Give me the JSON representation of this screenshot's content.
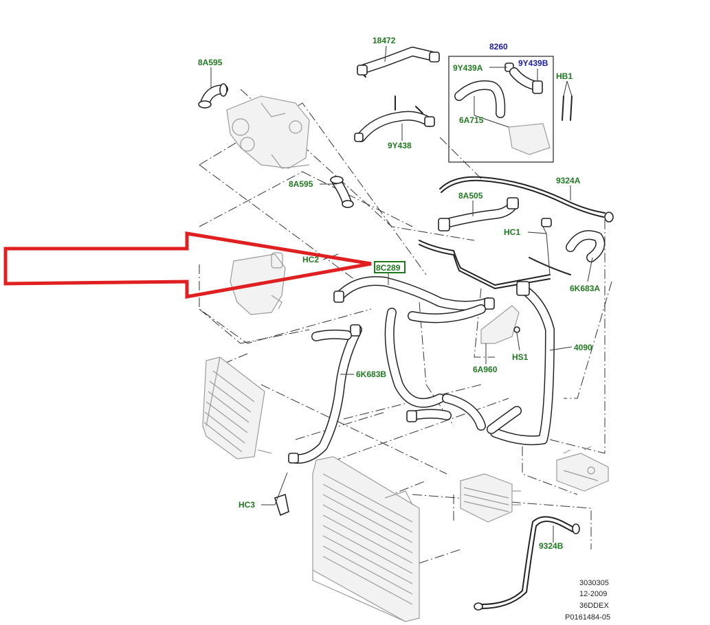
{
  "labels": {
    "p18472": "18472",
    "p8260": "8260",
    "p9Y439A": "9Y439A",
    "p9Y439B": "9Y439B",
    "pHB1": "HB1",
    "p8A595_top": "8A595",
    "p8A595_mid": "8A595",
    "p9Y438": "9Y438",
    "p6A715": "6A715",
    "p9324A": "9324A",
    "p8A505": "8A505",
    "pHC1": "HC1",
    "pHC2": "HC2",
    "p8C289": "8C289",
    "p6K683A": "6K683A",
    "p4090": "4090",
    "p6A960": "6A960",
    "pHS1": "HS1",
    "p6K683B": "6K683B",
    "pHC3": "HC3",
    "p9324B": "9324B"
  },
  "footer": {
    "line1": "3030305",
    "line2": "12-2009",
    "line3": "36DDEX",
    "line4": "P0161484-05"
  },
  "colors": {
    "label_green": "#1f7a1f",
    "label_blue": "#1a1aa6",
    "arrow_red": "#e02020",
    "highlight_box": "#1f7a1f"
  }
}
